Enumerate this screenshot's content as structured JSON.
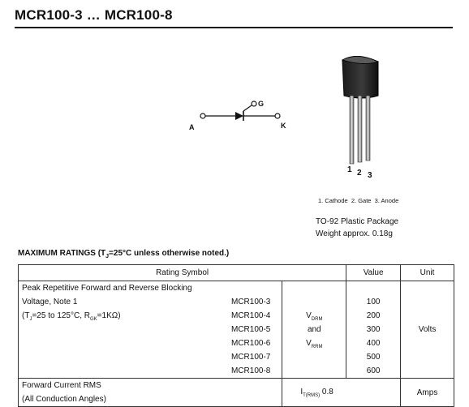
{
  "header": {
    "title": "MCR100-3 … MCR100-8"
  },
  "symbol": {
    "anode": "A",
    "gate": "G",
    "cathode": "K"
  },
  "package": {
    "pins": [
      "1",
      "2",
      "3"
    ],
    "pin_legend": "1. Cathode  2. Gate  3. Anode",
    "name": "TO-92 Plastic Package",
    "weight": "Weight approx. 0.18g"
  },
  "ratings": {
    "heading_pre": "MAXIMUM RATINGS (T",
    "heading_sub": "J",
    "heading_post": "=25°C unless otherwise noted.)",
    "columns": {
      "rating_symbol": "Rating Symbol",
      "value": "Value",
      "unit": "Unit"
    },
    "row1": {
      "desc_line1": "Peak Repetitive Forward and Reverse Blocking",
      "desc_line2": "Voltage, Note 1",
      "desc_line3_pre": "(T",
      "desc_line3_sub1": "J",
      "desc_line3_mid": "=25 to 125°C, R",
      "desc_line3_sub2": "GK",
      "desc_line3_post": "=1KΩ)",
      "models": [
        "MCR100-3",
        "MCR100-4",
        "MCR100-5",
        "MCR100-6",
        "MCR100-7",
        "MCR100-8"
      ],
      "sym1_main": "V",
      "sym1_sub": "DRM",
      "sym_and": "and",
      "sym2_main": "V",
      "sym2_sub": "RRM",
      "values": [
        "100",
        "200",
        "300",
        "400",
        "500",
        "600"
      ],
      "unit": "Volts"
    },
    "row2": {
      "desc_line1": "Forward Current RMS",
      "desc_line2": "(All Conduction Angles)",
      "sym_main": "I",
      "sym_sub": "T(RMS)",
      "value": "0.8",
      "unit": "Amps"
    }
  }
}
